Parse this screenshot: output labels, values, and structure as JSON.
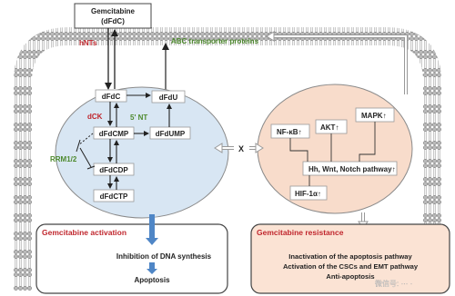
{
  "drug_box": {
    "line1": "Gemcitabine",
    "line2": "(dFdC)"
  },
  "transporters": {
    "uptake": "hNTs",
    "efflux": "ABC transporter proteins"
  },
  "metabolism": {
    "dFdC": "dFdC",
    "dFdU": "dFdU",
    "dFdCMP": "dFdCMP",
    "dFdUMP": "dFdUMP",
    "dFdCDP": "dFdCDP",
    "dFdCTP": "dFdCTP",
    "dCK": "dCK",
    "nt5": "5' NT",
    "rrm": "RRM1/2"
  },
  "resistance_nodes": {
    "nfkb": "NF-κB",
    "akt": "AKT",
    "mapk": "MAPK",
    "pathway": "Hh, Wnt, Notch pathway",
    "hif": "HIF-1α",
    "up_arrow": "↑"
  },
  "block_mark": "X",
  "activation": {
    "title": "Gemcitabine activation",
    "effect1": "Inhibition of DNA synthesis",
    "effect2": "Apoptosis"
  },
  "resistance": {
    "title": "Gemcitabine resistance",
    "effect1": "Inactivation of the apoptosis pathway",
    "effect2": "Activation of the CSCs and EMT pathway",
    "effect3": "Anti-apoptosis"
  },
  "watermark": "微信号: ··· ·",
  "colors": {
    "red": "#c0262d",
    "green": "#4e8a2e",
    "cell_blue": "#d8e6f3",
    "resist_peach": "#f8dccb",
    "arrow_blue": "#4f86c6"
  }
}
